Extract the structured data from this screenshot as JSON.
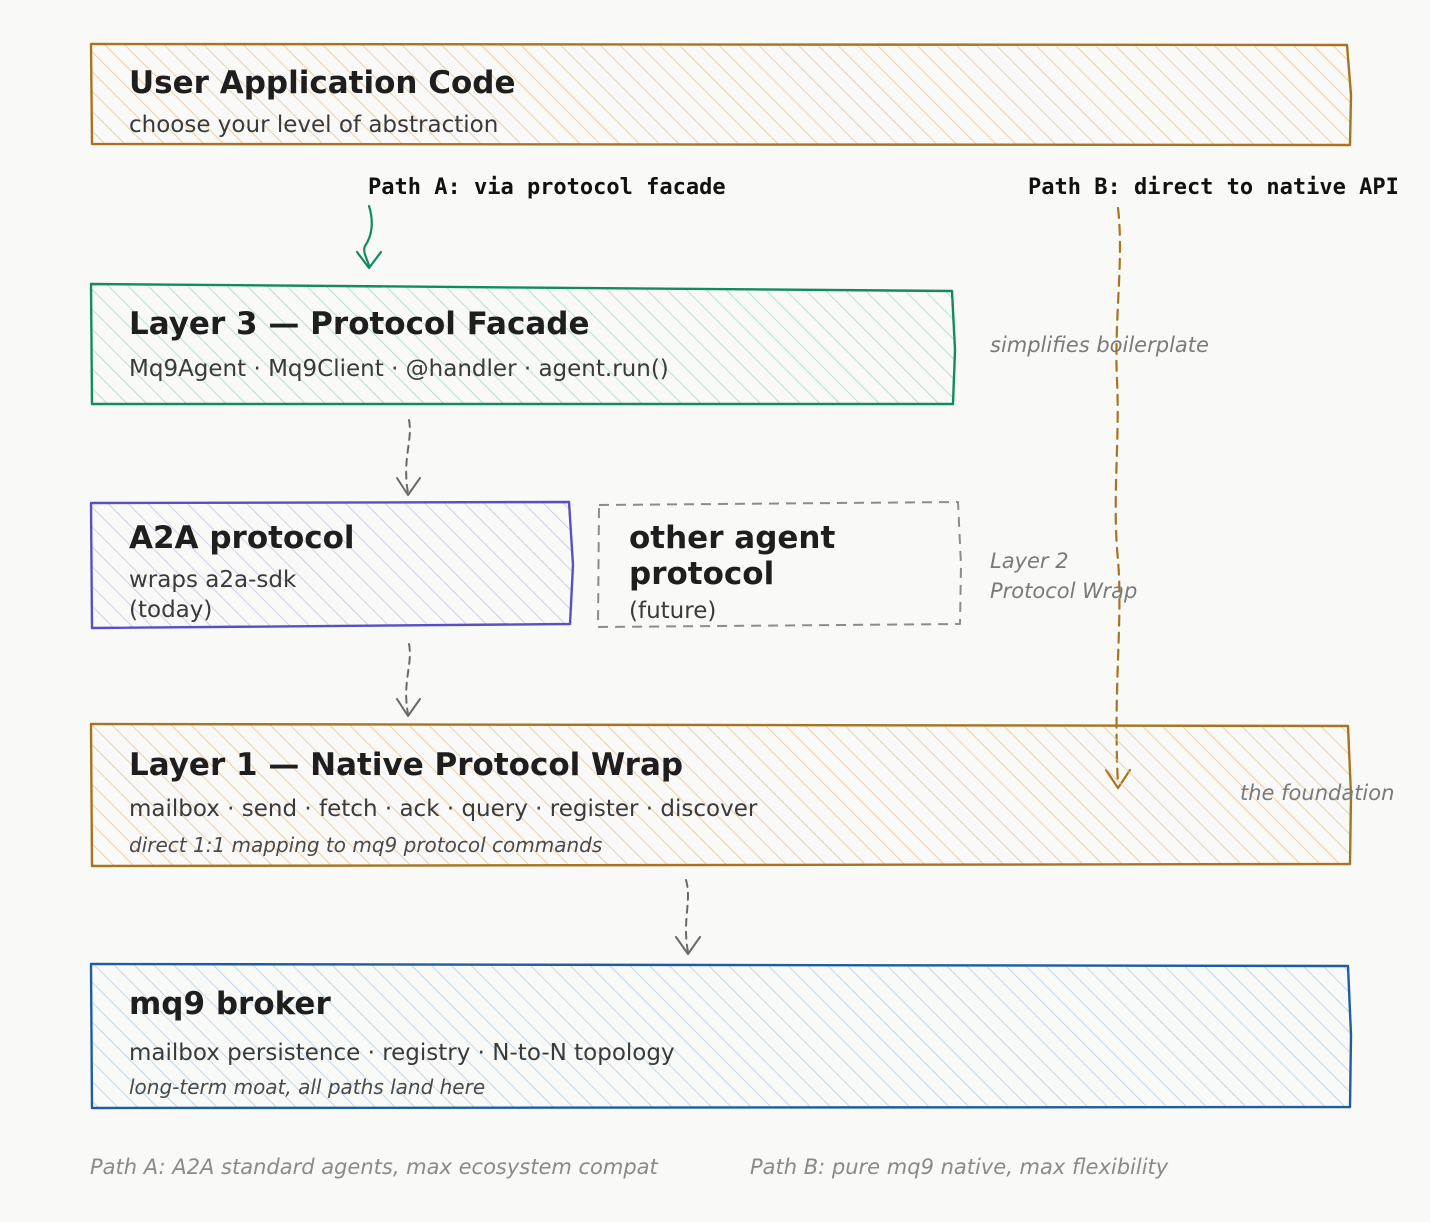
{
  "colors": {
    "background": "#f9f9f7",
    "orange": "#a8741f",
    "green": "#128a62",
    "purple": "#5a4fc4",
    "gray": "#8c8c8c",
    "blue": "#1c5fa0"
  },
  "user_app": {
    "title": "User Application Code",
    "subtitle": "choose your level of abstraction"
  },
  "path_a_label": "Path A: via protocol facade",
  "path_b_label": "Path B: direct to native API",
  "layer3": {
    "title": "Layer 3 — Protocol Facade",
    "subtitle": "Mq9Agent · Mq9Client · @handler · agent.run()",
    "side_note": "simplifies boilerplate"
  },
  "a2a": {
    "title": "A2A protocol",
    "line1": "wraps a2a-sdk",
    "line2": "(today)"
  },
  "other": {
    "title_line1": "other agent",
    "title_line2": "protocol",
    "subtitle": "(future)"
  },
  "layer2_note": {
    "line1": "Layer 2",
    "line2": "Protocol Wrap"
  },
  "layer1": {
    "title": "Layer 1 — Native Protocol Wrap",
    "subtitle": "mailbox · send · fetch · ack · query · register · discover",
    "note": "direct 1:1 mapping to mq9 protocol commands",
    "side_note": "the foundation"
  },
  "broker": {
    "title": "mq9 broker",
    "subtitle": "mailbox persistence · registry · N-to-N topology",
    "note": "long-term moat, all paths land here"
  },
  "footer": {
    "path_a": "Path A: A2A standard agents, max ecosystem compat",
    "path_b": "Path B: pure mq9 native, max flexibility"
  }
}
